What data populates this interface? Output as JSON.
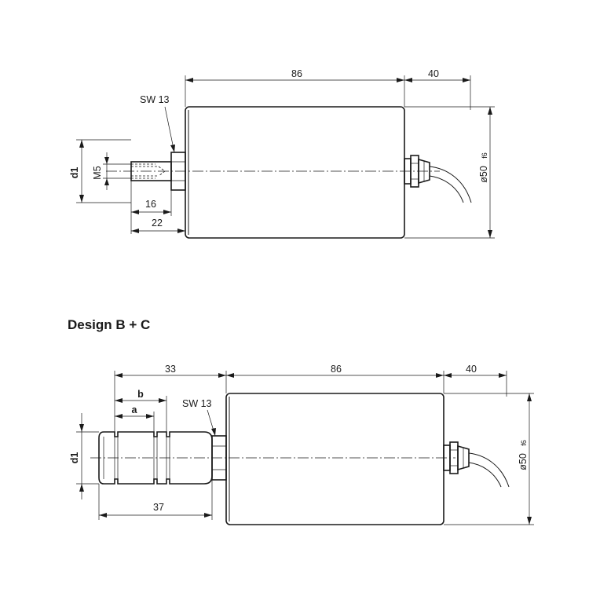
{
  "drawing_a": {
    "dim_length": "86",
    "dim_cable": "40",
    "dim_diameter": "ø50",
    "dim_diameter_tol": "f6",
    "wrench_label": "SW 13",
    "thread_label": "M5",
    "d1_label": "d1",
    "dim_16": "16",
    "dim_22": "22"
  },
  "drawing_b": {
    "heading": "Design B + C",
    "dim_33": "33",
    "dim_length": "86",
    "dim_cable": "40",
    "dim_b": "b",
    "dim_a": "a",
    "wrench_label": "SW 13",
    "d1_label": "d1",
    "dim_37": "37",
    "dim_diameter": "ø50",
    "dim_diameter_tol": "f6"
  }
}
